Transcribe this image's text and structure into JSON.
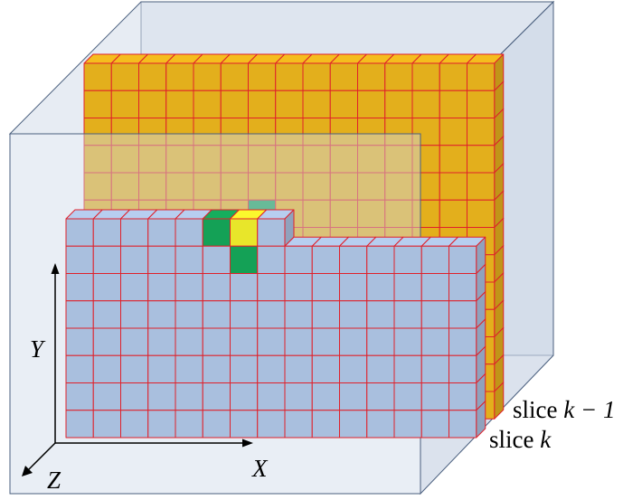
{
  "axes": {
    "x_label": "X",
    "y_label": "Y",
    "z_label": "Z"
  },
  "slices": {
    "back_label": "slice k − 1",
    "front_label": "slice k",
    "back_prefix": "slice ",
    "back_var": "k − 1",
    "front_prefix": "slice ",
    "front_var": "k"
  },
  "grids": {
    "back": {
      "name": "slice k − 1",
      "cols": 15,
      "rows": 13,
      "color": "#E3AF1C"
    },
    "front": {
      "name": "slice k",
      "cols": 15,
      "rows": 8,
      "missing_top_right": {
        "from_col": 8,
        "rows": 1
      },
      "color": "#A9BFDE"
    }
  },
  "highlighted_cells": {
    "current": {
      "slice": "k",
      "col": 6,
      "row": 0,
      "color": "#E8E62A"
    },
    "neighbors": [
      {
        "slice": "k",
        "col": 5,
        "row": 0,
        "color": "#14A156"
      },
      {
        "slice": "k",
        "col": 6,
        "row": 1,
        "color": "#14A156"
      },
      {
        "slice": "k-1",
        "col": 6,
        "row": 5,
        "color": "#14A156"
      }
    ]
  },
  "colors": {
    "cell_edge": "#E0202A",
    "volume_fill": "#CFDAE8",
    "volume_edge": "#4A5F7E",
    "neighbor": "#14A156",
    "current": "#E8E62A"
  }
}
